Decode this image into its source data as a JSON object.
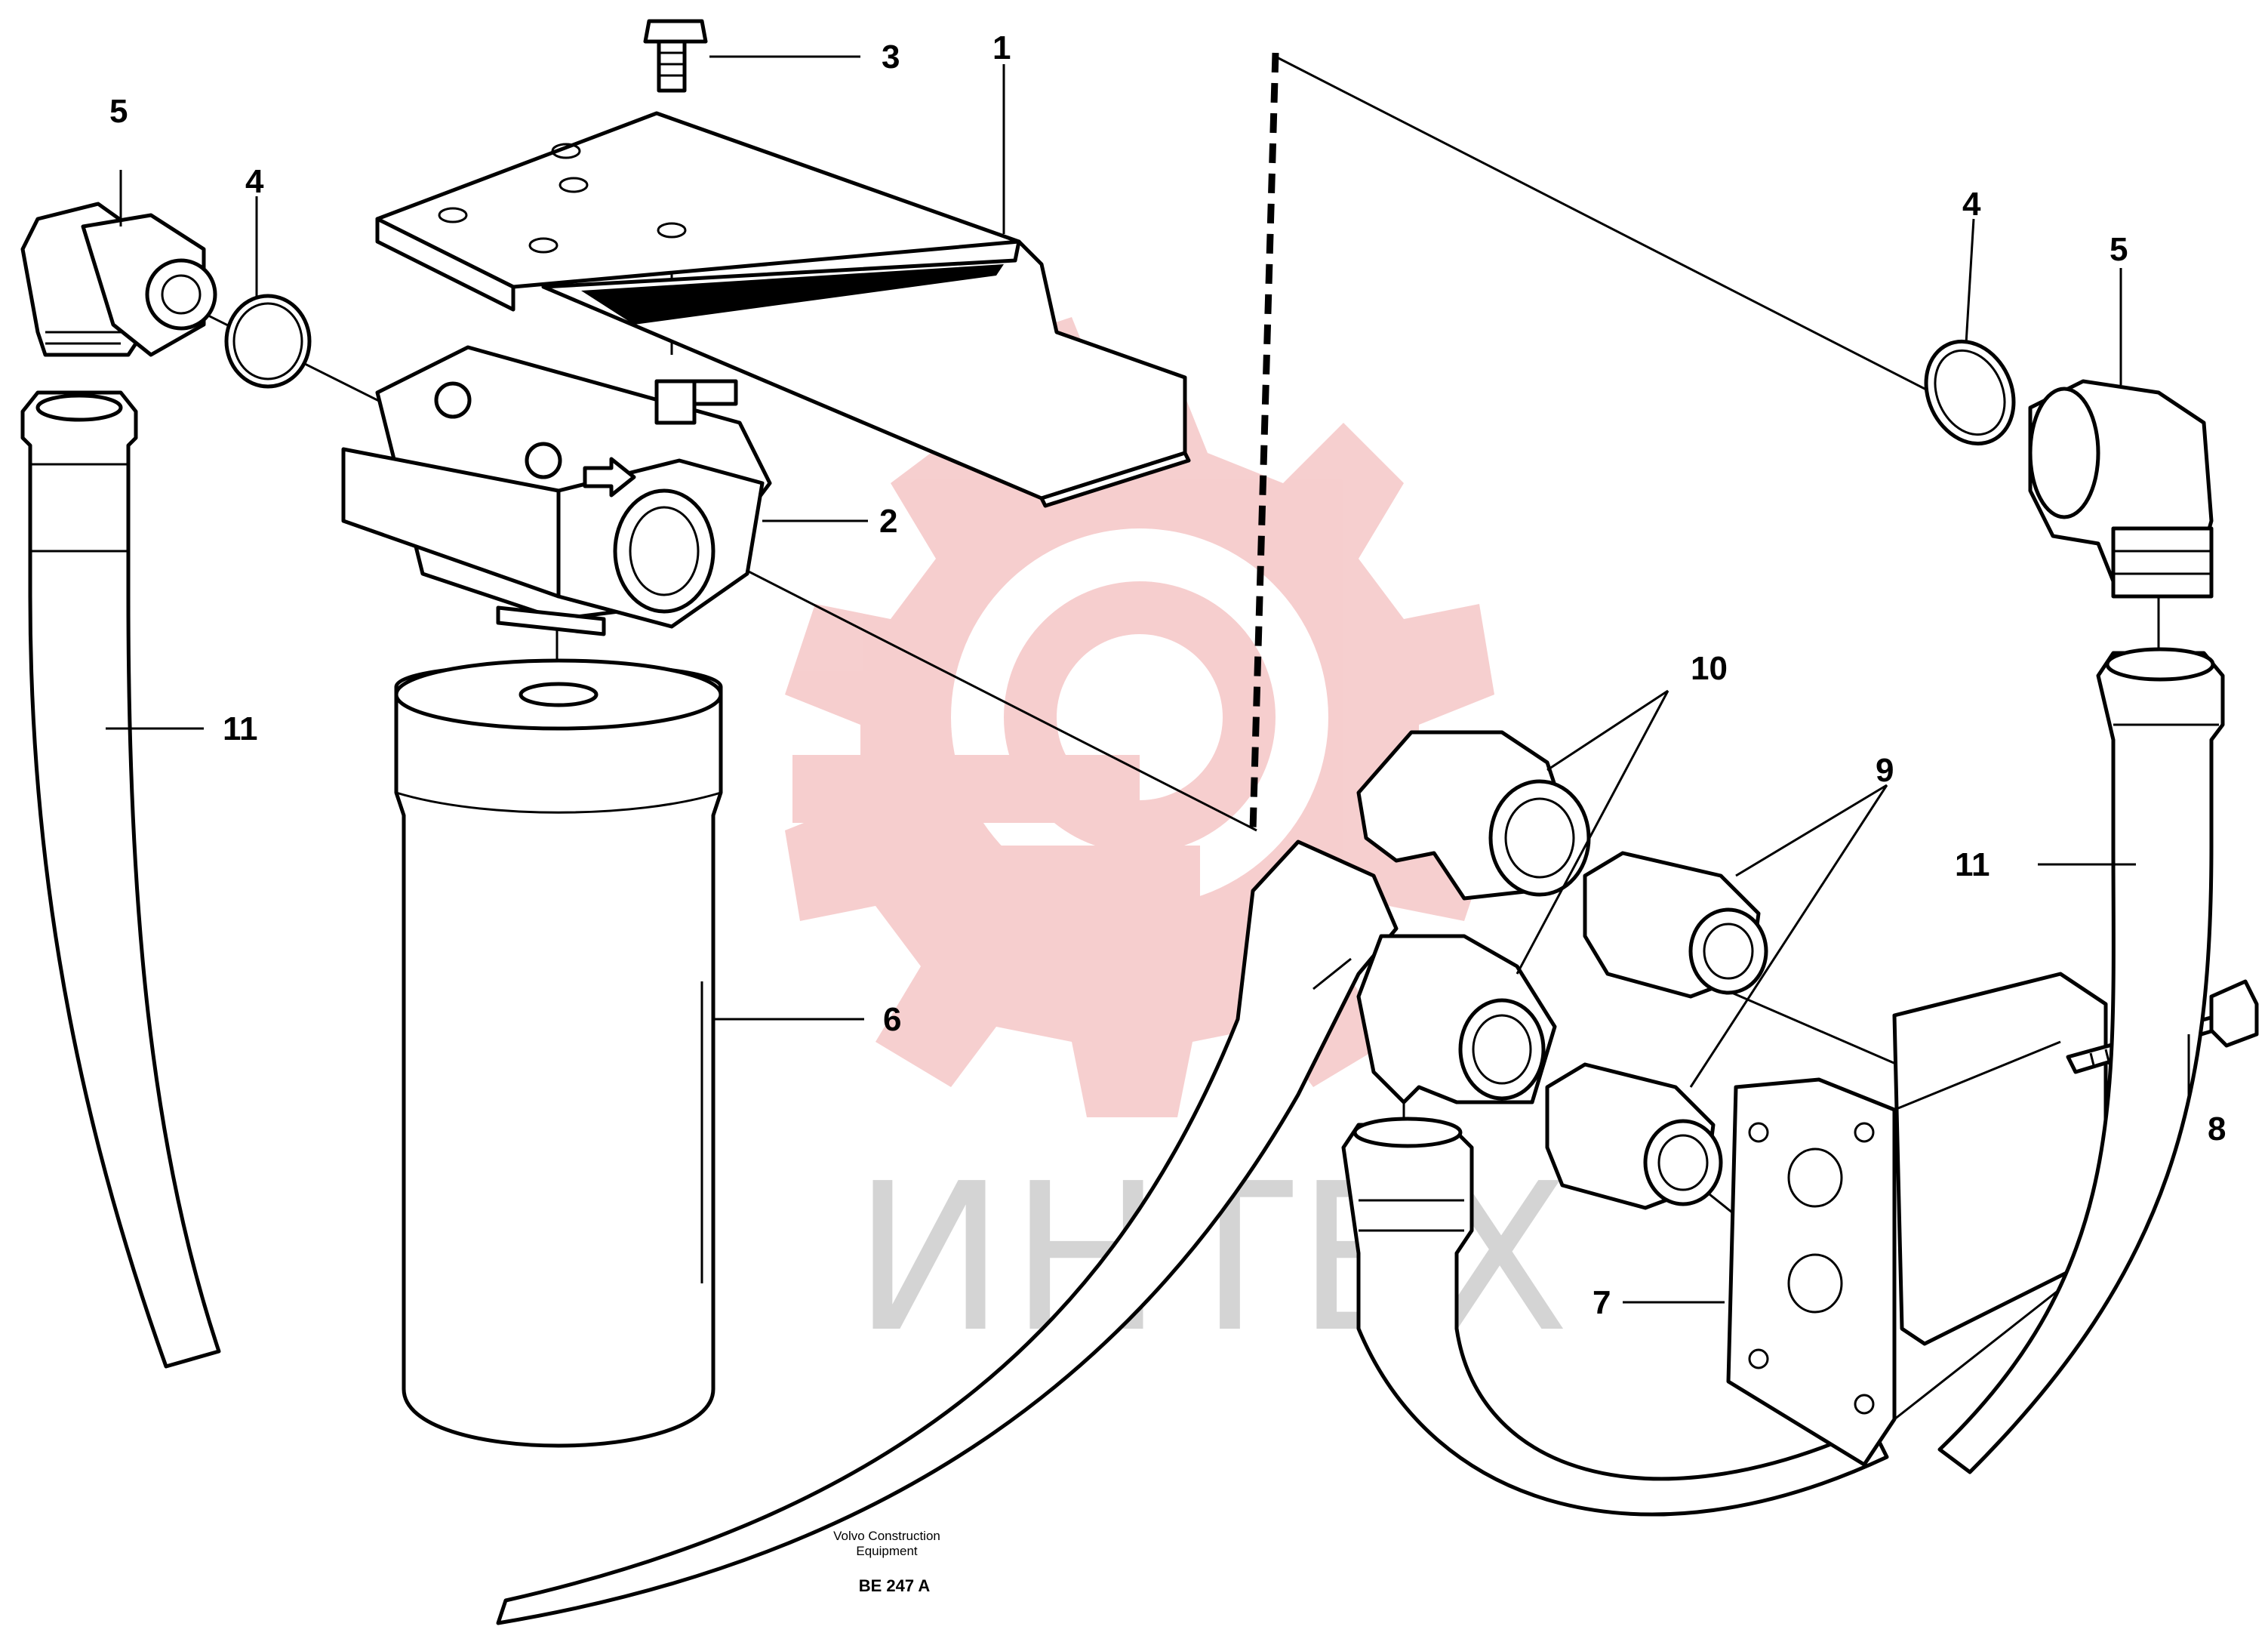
{
  "callouts": {
    "c1": "1",
    "c2": "2",
    "c3": "3",
    "c4_left": "4",
    "c4_right": "4",
    "c5_left": "5",
    "c5_right": "5",
    "c6": "6",
    "c7": "7",
    "c8": "8",
    "c9": "9",
    "c10": "10",
    "c11_left": "11",
    "c11_right": "11"
  },
  "footer": {
    "company_line1": "Volvo Construction",
    "company_line2": "Equipment",
    "drawing_code": "BE 247 A"
  },
  "watermark": {
    "text": "ИНТЕХ",
    "logo_color": "#f5c9c9",
    "text_color": "#d4d4d4"
  },
  "icons": [
    "gear-watermark-logo",
    "arrow-icon"
  ]
}
